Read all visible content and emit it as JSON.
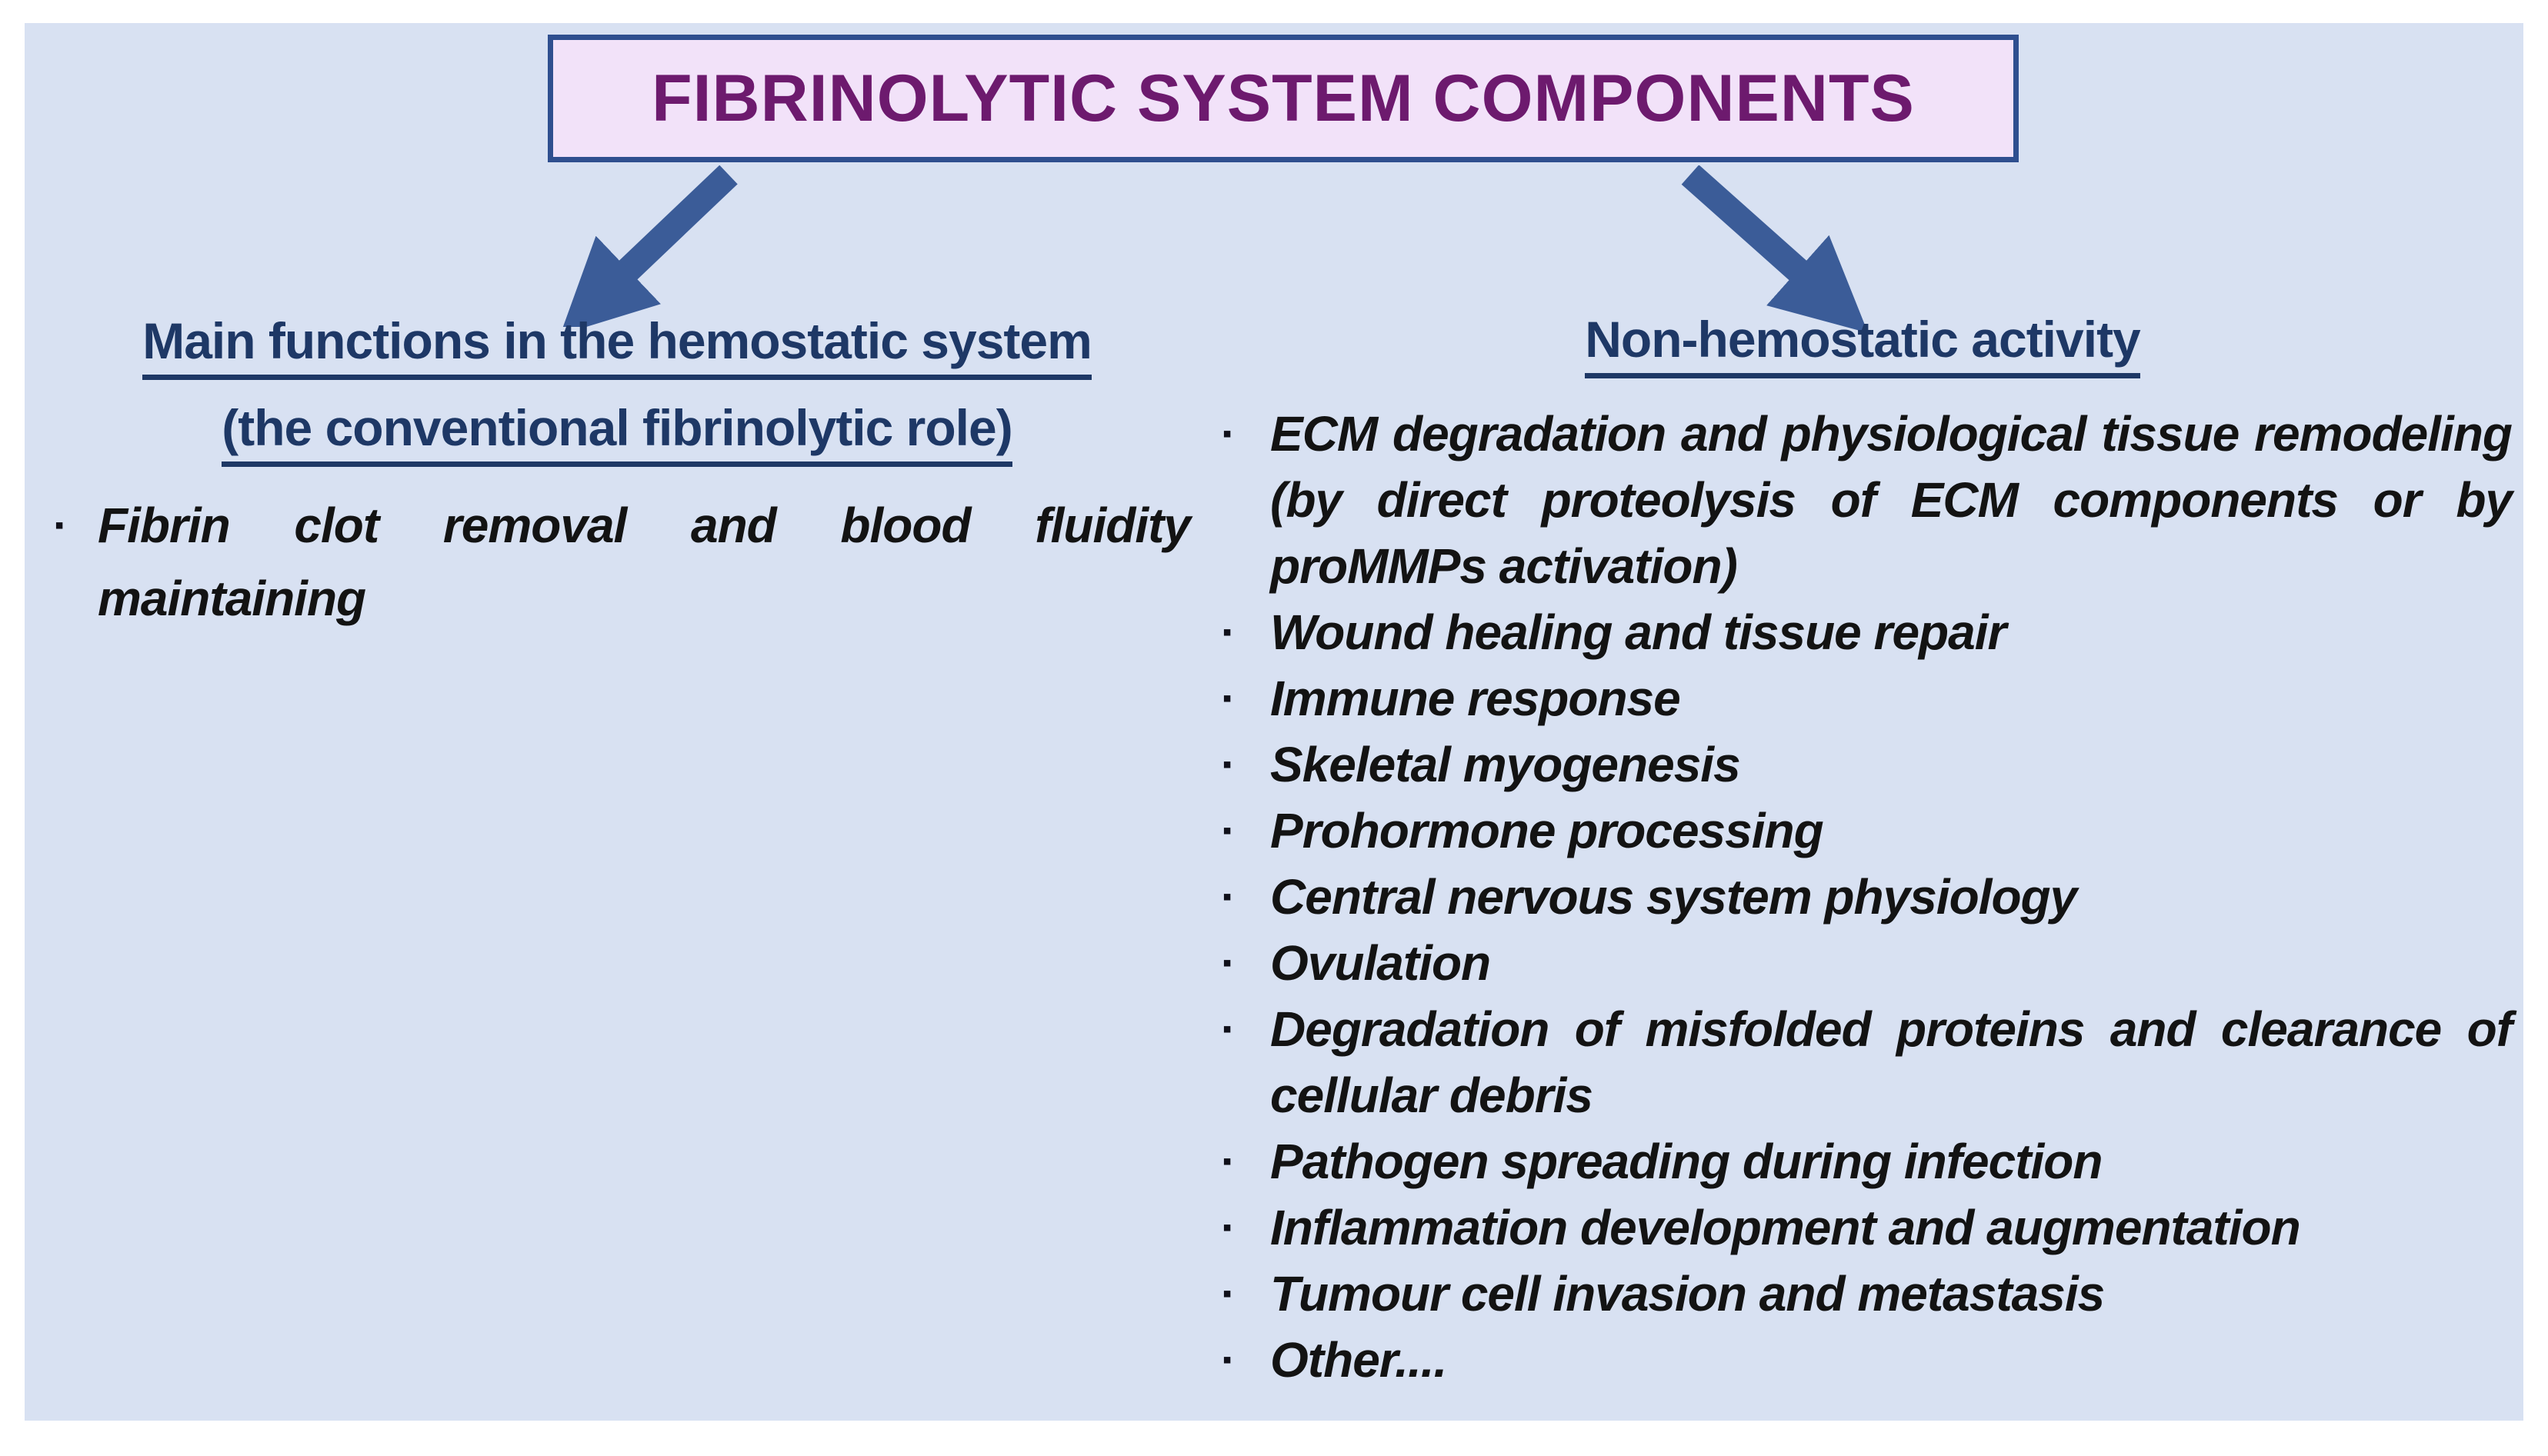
{
  "title": "FIBRINOLYTIC SYSTEM COMPONENTS",
  "icons": {
    "bullet_marker": "▪"
  },
  "colors": {
    "panel_background": "#d8e1f2",
    "title_box_fill": "#f2e2f9",
    "title_box_border": "#2f4f8f",
    "title_text": "#6d1a6e",
    "heading_text": "#1e3866",
    "arrow": "#3b5c98",
    "bullet_text": "#131313"
  },
  "left": {
    "heading_line1": "Main functions in the hemostatic system",
    "heading_line2": "(the conventional fibrinolytic role)",
    "bullets": [
      "Fibrin clot removal and blood fluidity maintaining"
    ]
  },
  "right": {
    "heading": "Non-hemostatic activity",
    "bullets": [
      "ECM degradation and physiological tissue remodeling (by direct proteolysis of ECM components or by proMMPs activation)",
      "Wound healing and tissue repair",
      "Immune response",
      "Skeletal myogenesis",
      "Prohormone processing",
      "Central nervous system physiology",
      "Ovulation",
      "Degradation of misfolded proteins and clearance of cellular debris",
      "Pathogen spreading during infection",
      "Inflammation development and augmentation",
      "Tumour cell invasion and metastasis",
      "Other...."
    ]
  }
}
